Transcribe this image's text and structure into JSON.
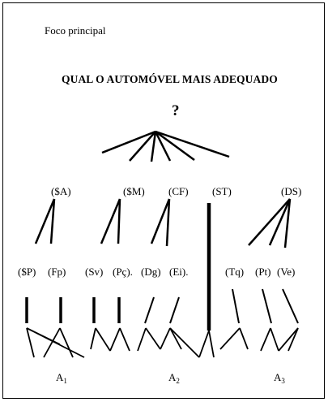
{
  "focus_label": "Foco principal",
  "goal_title": "QUAL O AUTOMÓVEL MAIS ADEQUADO",
  "goal_mark": "?",
  "criteria": [
    "($A)",
    "($M)",
    "(CF)",
    "(ST)",
    "(DS)"
  ],
  "subcriteria": {
    "A": [
      "($P)",
      "(Fp)"
    ],
    "M": [
      "(Sv)",
      "(Pç)."
    ],
    "CF": [
      "(Dg)",
      "(Ei)."
    ],
    "DS": [
      "(Tq)",
      "(Pt)",
      "(Ve)"
    ]
  },
  "alternatives": [
    {
      "letter": "A",
      "index": "1"
    },
    {
      "letter": "A",
      "index": "2"
    },
    {
      "letter": "A",
      "index": "3"
    }
  ]
}
